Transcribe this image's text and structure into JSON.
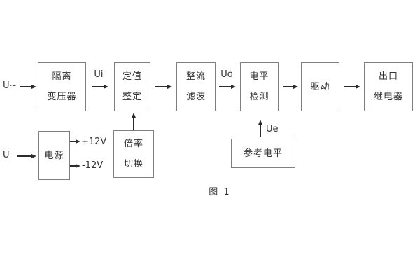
{
  "caption": "图 1",
  "labels": {
    "input_ac": "U~",
    "input_dc": "U–",
    "ui": "Ui",
    "uo": "Uo",
    "ue": "Ue",
    "plus_12v": "+12V",
    "minus_12v": "-12V"
  },
  "blocks": {
    "isolation_transformer": {
      "line1": "隔离",
      "line2": "变压器"
    },
    "value_setting": {
      "line1": "定值",
      "line2": "整定"
    },
    "rectifier_filter": {
      "line1": "整流",
      "line2": "滤波"
    },
    "level_detection": {
      "line1": "电平",
      "line2": "检测"
    },
    "driver": {
      "label": "驱动"
    },
    "output_relay": {
      "line1": "出口",
      "line2": "继电器"
    },
    "power_supply": {
      "label": "电源"
    },
    "ratio_switching": {
      "line1": "倍率",
      "line2": "切换"
    },
    "reference_level": {
      "label": "参考电平"
    }
  },
  "colors": {
    "background": "#ffffff",
    "box_border": "#7f7f7f",
    "text": "#333333",
    "arrow": "#2b2b2b"
  }
}
